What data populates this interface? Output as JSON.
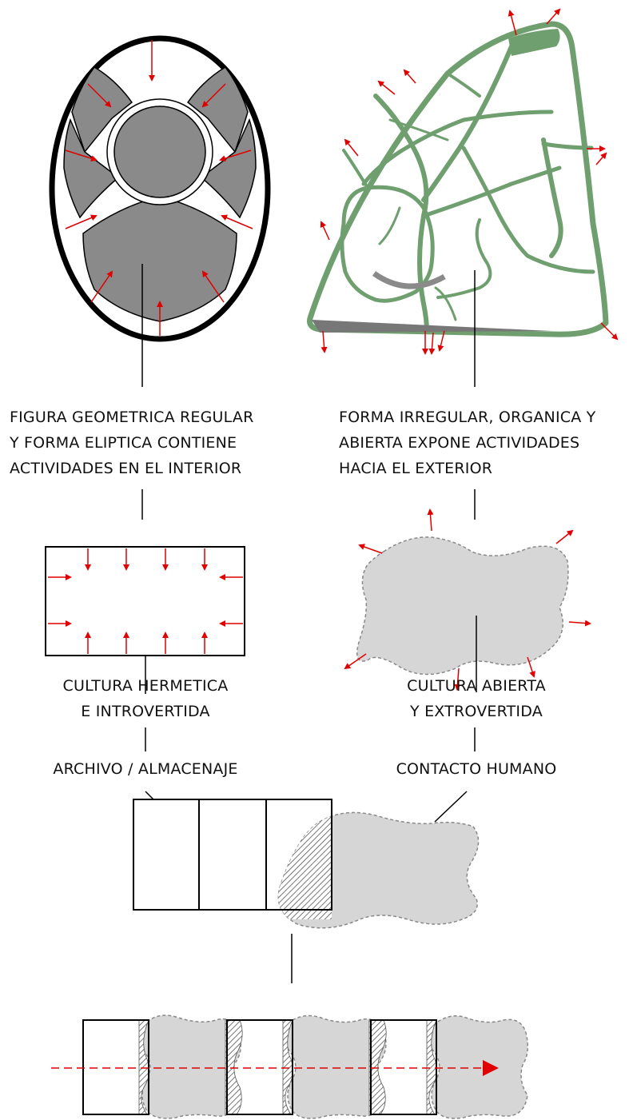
{
  "labels": {
    "left_caption_1": "FIGURA GEOMETRICA REGULAR",
    "left_caption_2": "Y FORMA ELIPTICA CONTIENE",
    "left_caption_3": "ACTIVIDADES EN EL INTERIOR",
    "right_caption_1": "FORMA IRREGULAR, ORGANICA Y",
    "right_caption_2": "ABIERTA EXPONE ACTIVIDADES",
    "right_caption_3": "HACIA EL EXTERIOR",
    "left_culture_1": "CULTURA HERMETICA",
    "left_culture_2": "E INTROVERTIDA",
    "right_culture_1": "CULTURA ABIERTA",
    "right_culture_2": "Y EXTROVERTIDA",
    "left_function": "ARCHIVO / ALMACENAJE",
    "right_function": "CONTACTO HUMANO"
  },
  "colors": {
    "arrow": "#e00000",
    "block_fill": "#888888",
    "network_green": "#8fb98f",
    "network_stroke": "#5e8c5e",
    "blob_fill": "#d6d6d6",
    "outline": "#000000"
  }
}
